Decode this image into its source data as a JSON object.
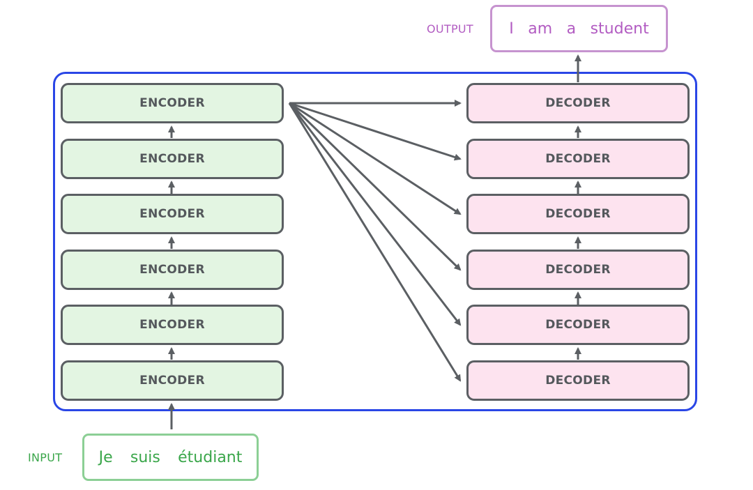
{
  "output": {
    "label": "OUTPUT",
    "words": [
      "I",
      "am",
      "a",
      "student"
    ]
  },
  "input": {
    "label": "INPUT",
    "words": [
      "Je",
      "suis",
      "étudiant"
    ]
  },
  "encoders": [
    "ENCODER",
    "ENCODER",
    "ENCODER",
    "ENCODER",
    "ENCODER",
    "ENCODER"
  ],
  "decoders": [
    "DECODER",
    "DECODER",
    "DECODER",
    "DECODER",
    "DECODER",
    "DECODER"
  ],
  "colors": {
    "frame": "#2a46e6",
    "encoder_fill": "#e3f5e2",
    "decoder_fill": "#fde3ef",
    "block_border": "#5b5f63",
    "arrow": "#5b5f63",
    "output_text": "#b25cc2",
    "input_text": "#3aa64a"
  }
}
